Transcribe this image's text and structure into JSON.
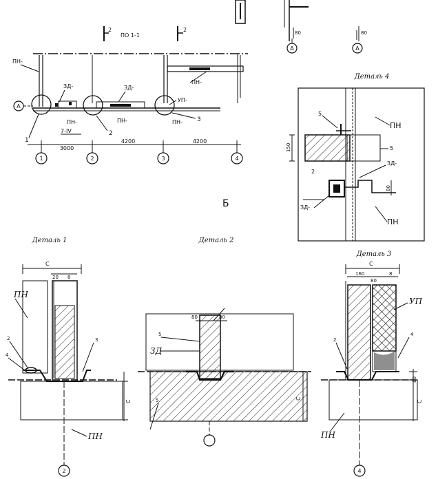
{
  "plan": {
    "section_label": "ПО 1-1",
    "section_mark_left": "2",
    "section_mark_right": "2",
    "labels": {
      "pn_left": "ПН-",
      "zd_1": "ЗД-",
      "zd_2": "ЗД-",
      "up": "УП-",
      "pn_right": "ПН-",
      "pn_mid_1": "ПН-",
      "pn_mid_2": "ПН-",
      "pn_mid_3": "ПН-",
      "roman": "7-IV",
      "axis_row": "А",
      "callout_1": "1",
      "callout_2": "2",
      "callout_3": "3"
    },
    "dimensions": [
      "3000",
      "4200",
      "4200"
    ],
    "axes": [
      "1",
      "2",
      "3",
      "4"
    ]
  },
  "top_fragment": {
    "axis_1": "А",
    "axis_2": "А",
    "dim_1": "80",
    "dim_2": "80"
  },
  "sheet_letter": "Б",
  "detail4": {
    "title": "Деталь 4",
    "labels": {
      "pn_top": "ПН",
      "pn_bottom": "ПН",
      "num_5a": "5",
      "num_5b": "5",
      "num_2": "2",
      "zd_right": "ЗД-",
      "zd_left": "ЗД-",
      "dim_150": "150",
      "dim_80": "80"
    }
  },
  "detail1": {
    "title": "Деталь 1",
    "labels": {
      "pn_top": "ПН",
      "pn_bottom": "ПН",
      "num_2": "2",
      "num_4": "4",
      "num_3": "3",
      "dim_c": "С",
      "dim_20": "20",
      "dim_8": "8",
      "dim_c_side": "С",
      "axis": "2"
    }
  },
  "detail2": {
    "title": "Деталь 2",
    "labels": {
      "zd": "ЗД",
      "num_5a": "5",
      "num_5b": "5",
      "dim_80a": "80",
      "dim_80b": "80",
      "dim_c_side": "С"
    }
  },
  "detail3": {
    "title": "Деталь 3",
    "labels": {
      "up": "УП",
      "pn_bottom": "ПН",
      "num_2": "2",
      "num_4": "4",
      "dim_c": "С",
      "dim_160": "160",
      "dim_80": "80",
      "dim_8": "8",
      "dim_c_side": "С",
      "axis": "4"
    }
  }
}
